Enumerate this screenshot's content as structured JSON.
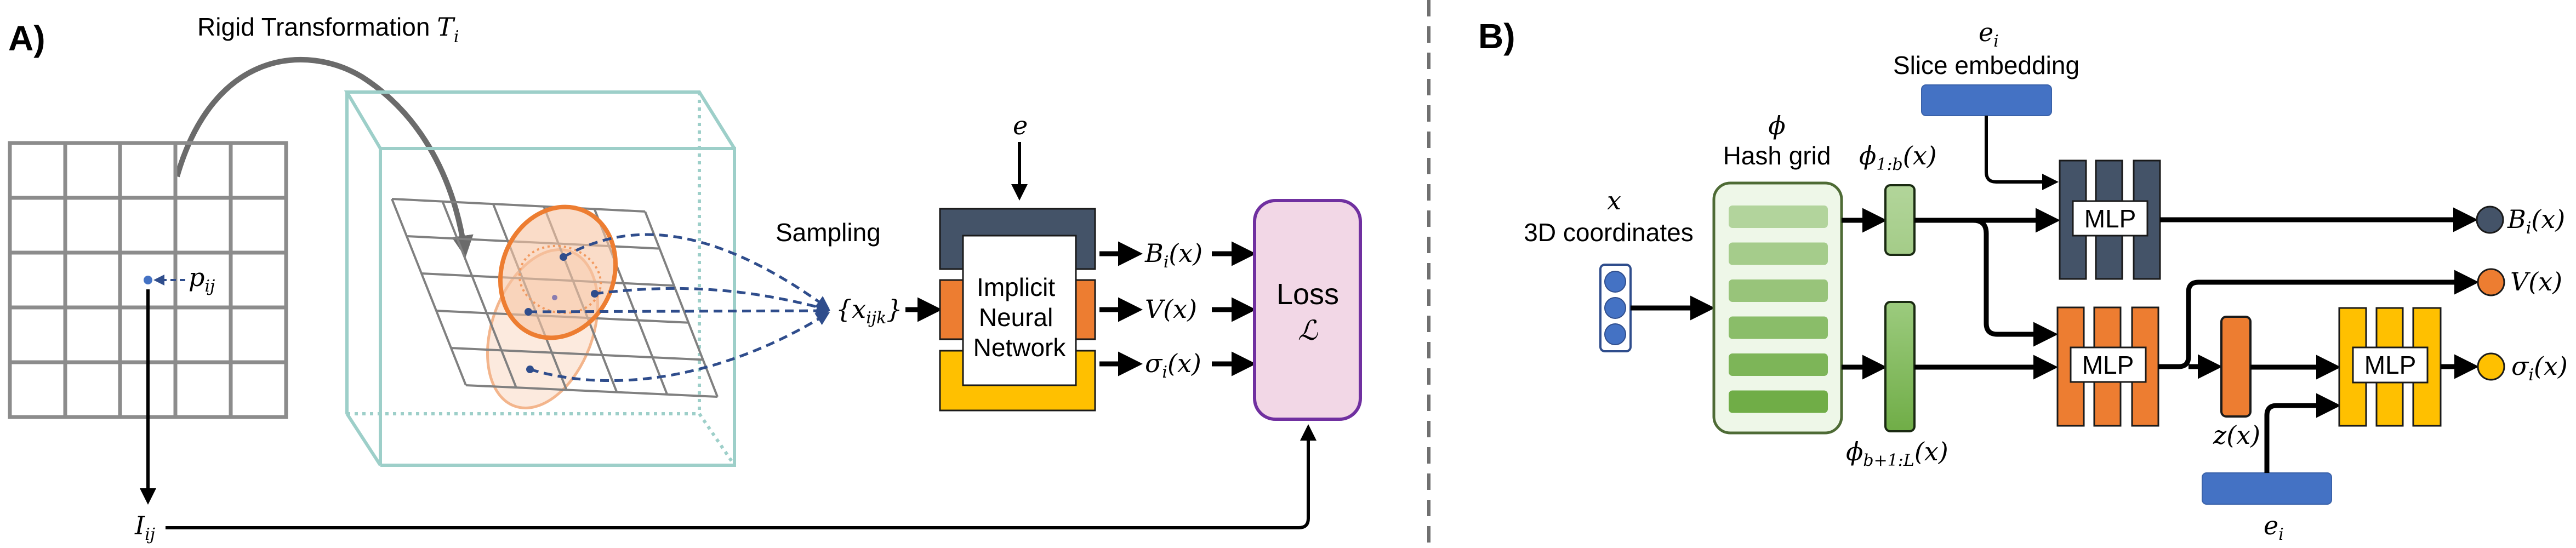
{
  "colors": {
    "dark_slate": "#445368",
    "orange": "#ed7d31",
    "yellow": "#ffc000",
    "blue": "#4472c4",
    "loss_fill": "#f2d7e6",
    "loss_border": "#7030a0",
    "green_light": "#a9d18e",
    "green_dark": "#70ad47",
    "hash_bg": "#eef7e8",
    "teal_box": "#9dcfc9",
    "grid_gray": "#8c8c8c",
    "sampling_blue": "#2f4d8c"
  },
  "panel_a": {
    "label": "A)",
    "transform_title": "Rigid Transformation ",
    "transform_symbol": "T",
    "transform_sub": "i",
    "pixel_label": "p",
    "pixel_sub": "ij",
    "intensity_label": "I",
    "intensity_sub": "ij",
    "sampling_label": "Sampling",
    "samples_label_open": "{x",
    "samples_sub": "ijk",
    "samples_label_close": "}",
    "embedding_label": "e",
    "network_lines": [
      "Implicit",
      "Neural",
      "Network"
    ],
    "outputs": [
      {
        "symbol": "B",
        "sub": "i",
        "arg": "(x)"
      },
      {
        "symbol": "V",
        "sub": "",
        "arg": "(x)"
      },
      {
        "symbol": "σ",
        "sub": "i",
        "arg": "(x)"
      }
    ],
    "loss_title": "Loss",
    "loss_symbol": "ℒ"
  },
  "panel_b": {
    "label": "B)",
    "slice_embedding_symbol": "e",
    "slice_embedding_sub": "i",
    "slice_embedding_title": "Slice embedding",
    "hash_symbol": "ϕ",
    "hash_title": "Hash grid",
    "coords_symbol": "x",
    "coords_title": "3D coordinates",
    "phi_low": {
      "symbol": "ϕ",
      "sub": "1:b",
      "arg": "(x)"
    },
    "phi_high": {
      "symbol": "ϕ",
      "sub": "b+1:L",
      "arg": "(x)"
    },
    "mlp_label": "MLP",
    "latent": {
      "symbol": "z",
      "arg": "(x)"
    },
    "bottom_embedding_symbol": "e",
    "bottom_embedding_sub": "i",
    "outputs": [
      {
        "symbol": "B",
        "sub": "i",
        "arg": "(x)"
      },
      {
        "symbol": "V",
        "sub": "",
        "arg": "(x)"
      },
      {
        "symbol": "σ",
        "sub": "i",
        "arg": "(x)"
      }
    ],
    "hash_levels": 6
  }
}
